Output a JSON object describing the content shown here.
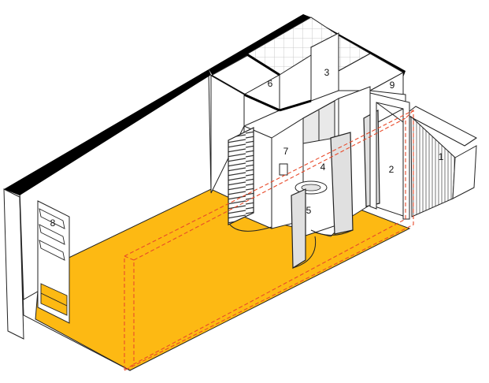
{
  "colors": {
    "floor": "#FDB913",
    "wall": "#ffffff",
    "wall_cap": "#000000",
    "line": "#222222",
    "hidden": "#E84A2A",
    "tile": "#bdbdbd"
  },
  "labels": {
    "n1": "1",
    "n2": "2",
    "n3": "3",
    "n4": "4",
    "n5": "5",
    "n6": "6",
    "n7": "7",
    "n8": "8",
    "n9": "9"
  }
}
